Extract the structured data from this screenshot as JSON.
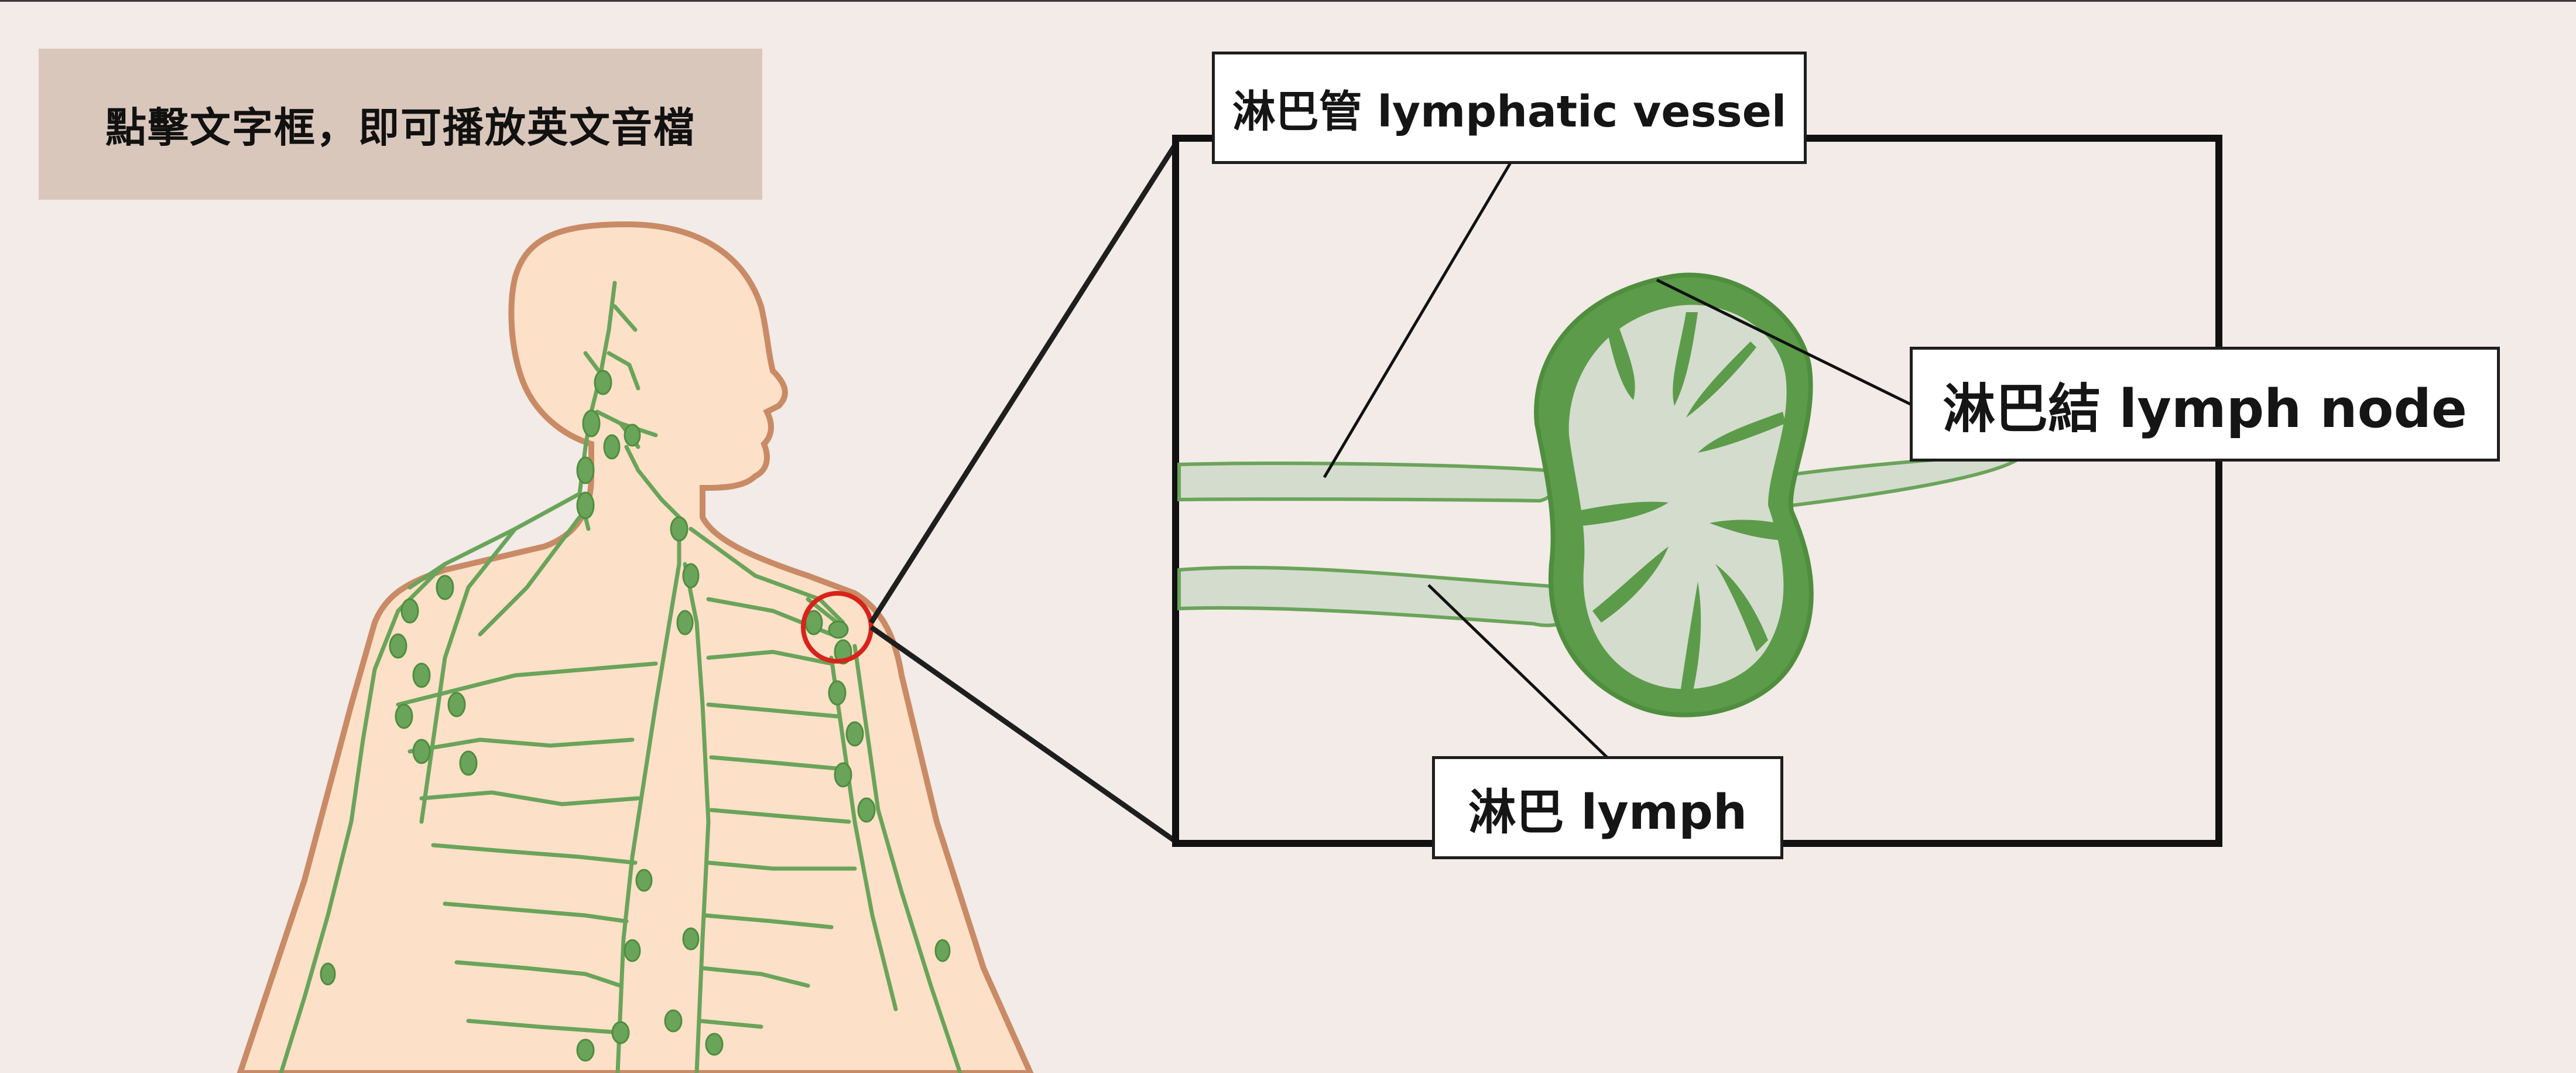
{
  "instruction": {
    "text": "點擊文字框，即可播放英文音檔"
  },
  "labels": {
    "lymphatic_vessel": "淋巴管 lymphatic vessel",
    "lymph_node": "淋巴結 lymph node",
    "lymph": "淋巴 lymph"
  },
  "colors": {
    "background": "#f2ebe7",
    "instruction_bg": "#dac7bb",
    "skin": "#fde0c8",
    "skin_outline": "#c98a66",
    "lymph_green": "#6aa45a",
    "node_dark": "#4f8e3e",
    "node_light": "#d4dccd",
    "highlight_circle": "#d8231b"
  }
}
